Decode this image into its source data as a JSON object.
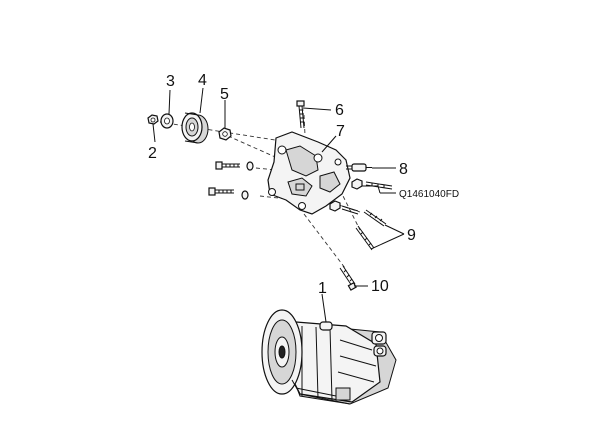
{
  "callouts": {
    "c1": "1",
    "c2": "2",
    "c3": "3",
    "c4": "4",
    "c5": "5",
    "c6": "6",
    "c7": "7",
    "c8": "8",
    "c9": "9",
    "c10": "10"
  },
  "figure_code": "Q1461040FD"
}
